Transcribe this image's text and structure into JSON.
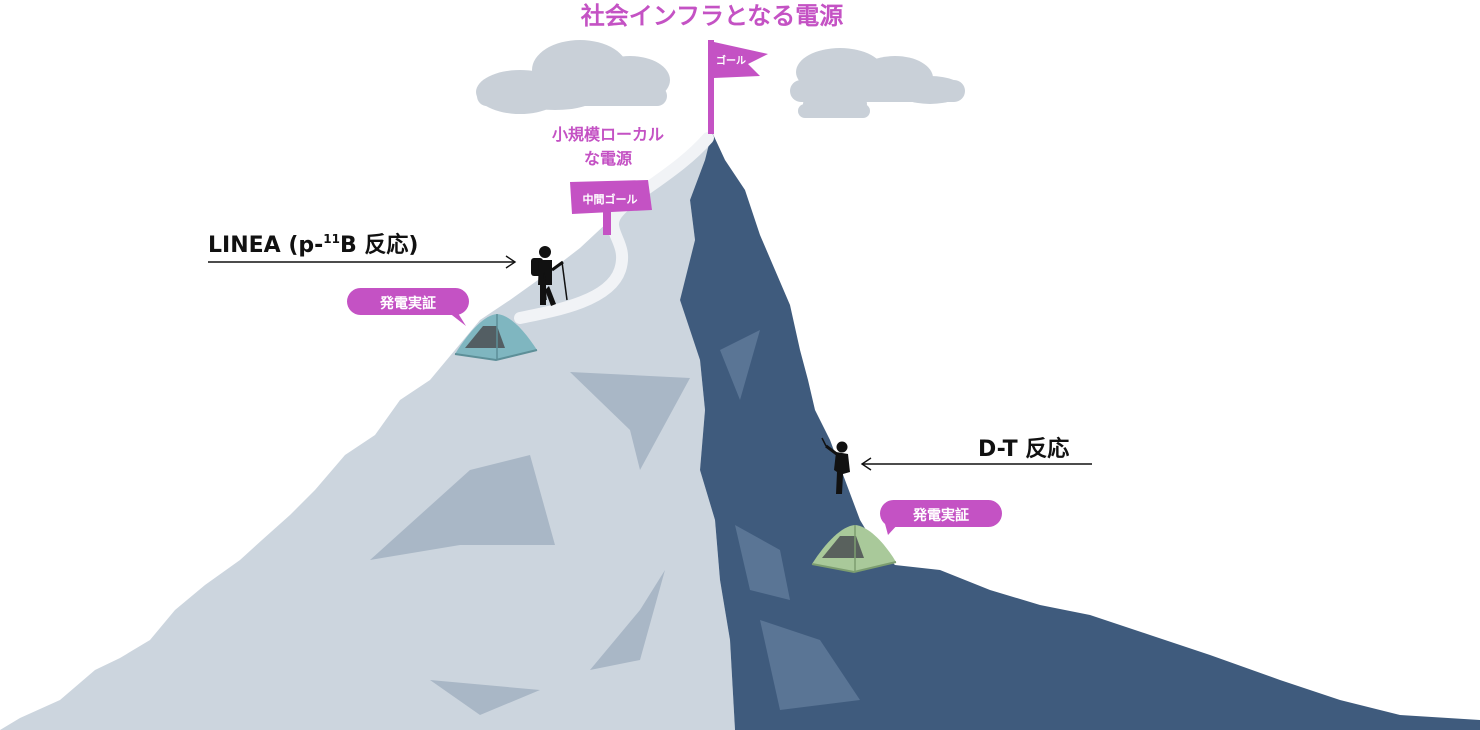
{
  "goal_title": "社会インフラとなる電源",
  "summit_flag": "ゴール",
  "midway_caption_line1": "小規模ローカル",
  "midway_caption_line2": "な電源",
  "midway_sign": "中間ゴール",
  "linea_label_main": "LINEA (p-",
  "linea_label_sup": "11",
  "linea_label_end": "B 反応)",
  "dt_label": "D-T 反応",
  "linea_camp_badge": "発電実証",
  "dt_camp_badge": "発電実証",
  "colors": {
    "accent": "#c452c4",
    "light_slope": "#ccd5de",
    "dark_slope": "#3f5b7d",
    "cloud": "#c9d0d8",
    "tent_linea": "#7fb6c0",
    "tent_dt": "#a9c99a"
  }
}
